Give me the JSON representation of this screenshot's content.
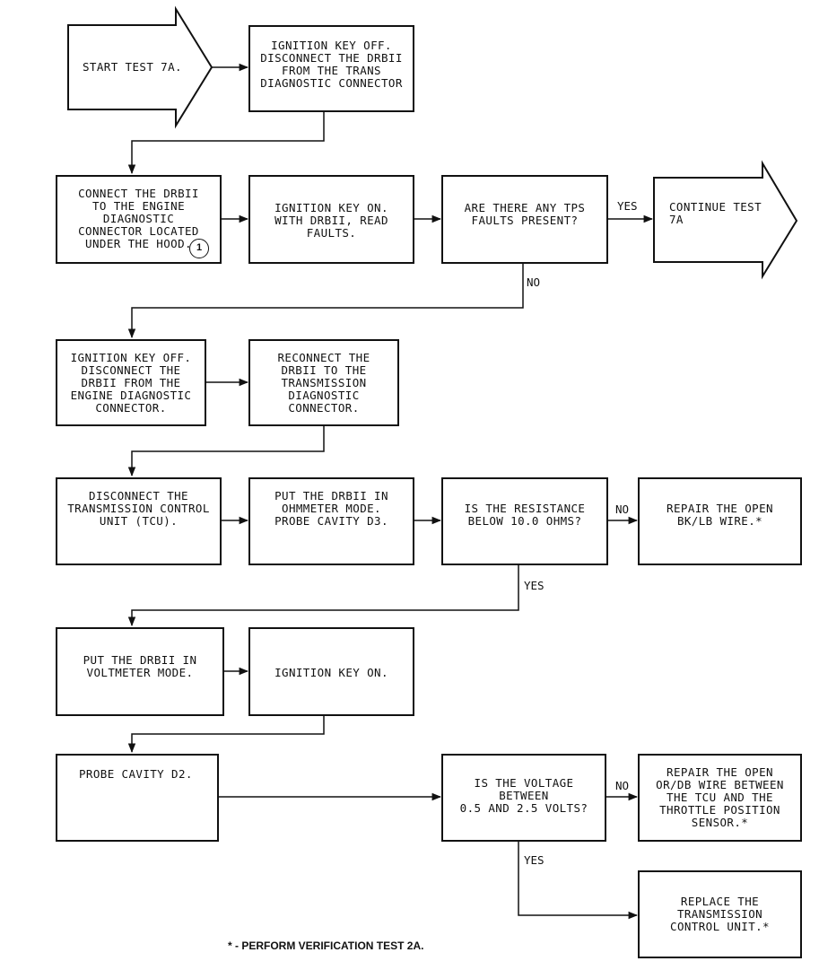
{
  "start": {
    "text": "START TEST 7A."
  },
  "continue": {
    "text": "CONTINUE TEST\n7A"
  },
  "boxes": {
    "ign_off_disconnect_trans": "IGNITION KEY OFF.\nDISCONNECT THE DRBII\nFROM THE TRANS\nDIAGNOSTIC CONNECTOR",
    "connect_engine": "CONNECT THE DRBII\nTO THE ENGINE\nDIAGNOSTIC\nCONNECTOR LOCATED\nUNDER THE HOOD.",
    "ign_on_read_faults": "IGNITION KEY ON.\nWITH DRBII, READ\nFAULTS.",
    "tps_question": "ARE THERE ANY TPS\nFAULTS PRESENT?",
    "ign_off_disconnect_engine": "IGNITION KEY OFF.\nDISCONNECT THE\nDRBII FROM THE\nENGINE DIAGNOSTIC\nCONNECTOR.",
    "reconnect_trans": "RECONNECT THE\nDRBII TO THE\nTRANSMISSION\nDIAGNOSTIC\nCONNECTOR.",
    "disconnect_tcu": "DISCONNECT THE\nTRANSMISSION CONTROL\nUNIT (TCU).",
    "ohmmeter_mode": "PUT THE DRBII IN\nOHMMETER MODE.\nPROBE CAVITY D3.",
    "resistance_question": "IS THE RESISTANCE\nBELOW 10.0 OHMS?",
    "repair_bk_lb": "REPAIR THE OPEN\nBK/LB WIRE.*",
    "voltmeter_mode": "PUT THE DRBII IN\nVOLTMETER MODE.",
    "ign_on": "IGNITION KEY ON.",
    "probe_d2": "PROBE CAVITY D2.",
    "voltage_question": "IS THE VOLTAGE\nBETWEEN\n0.5 AND 2.5 VOLTS?",
    "repair_or_db": "REPAIR THE OPEN\nOR/DB WIRE BETWEEN\nTHE TCU AND THE\nTHROTTLE POSITION\nSENSOR.*",
    "replace_tcu": "REPLACE THE\nTRANSMISSION\nCONTROL UNIT.*"
  },
  "labels": {
    "yes_tps": "YES",
    "no_tps": "NO",
    "no_resistance": "NO",
    "yes_resistance": "YES",
    "no_voltage": "NO",
    "yes_voltage": "YES"
  },
  "callout": "1",
  "footnote": "* - PERFORM VERIFICATION TEST 2A."
}
